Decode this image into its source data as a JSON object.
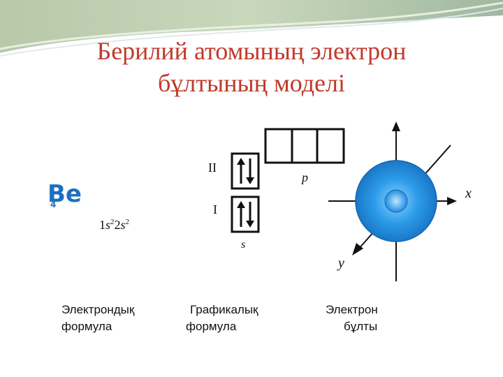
{
  "title": {
    "line1": "Берилий атомының электрон",
    "line2": "бұлтының моделі"
  },
  "element": {
    "symbol": "Be",
    "atomic_number": "4"
  },
  "electron_formula": {
    "c1": "1",
    "s1": "s",
    "e1": "2",
    "c2": "2",
    "s2": "s",
    "e2": "2"
  },
  "orbital_diagram": {
    "level_2": "II",
    "level_1": "I",
    "p_label": "p",
    "s_label": "s"
  },
  "axes": {
    "x": "x",
    "y": "y"
  },
  "captions": {
    "electron_formula_1": "Электрондық",
    "electron_formula_2": "формула",
    "graphical_formula_1": "Графикалық",
    "graphical_formula_2": "формула",
    "electron_cloud_1": "Электрон",
    "electron_cloud_2": "бұлты"
  },
  "colors": {
    "title": "#c0392b",
    "element": "#1e6fc0",
    "cloud_outer": "#1d8fe0",
    "cloud_inner": "#6fc6ff"
  }
}
